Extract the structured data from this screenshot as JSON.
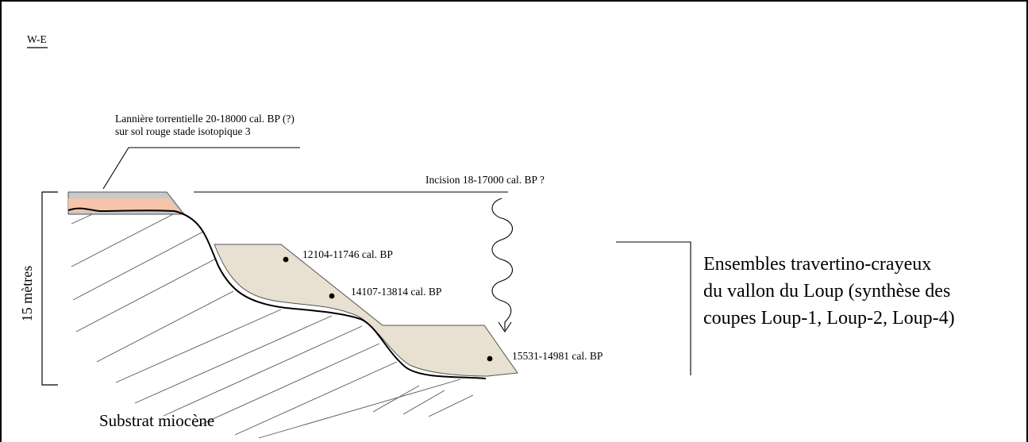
{
  "orientation": "W-E",
  "scale_label": "15 mètres",
  "substrate_label": "Substrat miocène",
  "annotations": {
    "lanniere_line1": "Lannière torrentielle 20-18000 cal. BP (?)",
    "lanniere_line2": "sur sol rouge stade isotopique 3",
    "incision": "Incision 18-17000 cal. BP ?"
  },
  "dates": [
    {
      "label": "12104-11746 cal. BP"
    },
    {
      "label": "14107-13814 cal. BP"
    },
    {
      "label": "15531-14981 cal. BP"
    }
  ],
  "legend_block": {
    "line1": "Ensembles travertino-crayeux",
    "line2": "du vallon du Loup (synthèse des",
    "line3": "coupes Loup-1, Loup-2, Loup-4)"
  },
  "colors": {
    "travertine_fill": "#e8e0d0",
    "gravel_fill": "#c8c8c8",
    "red_soil_fill": "#f6c4aa",
    "line": "#000000"
  }
}
